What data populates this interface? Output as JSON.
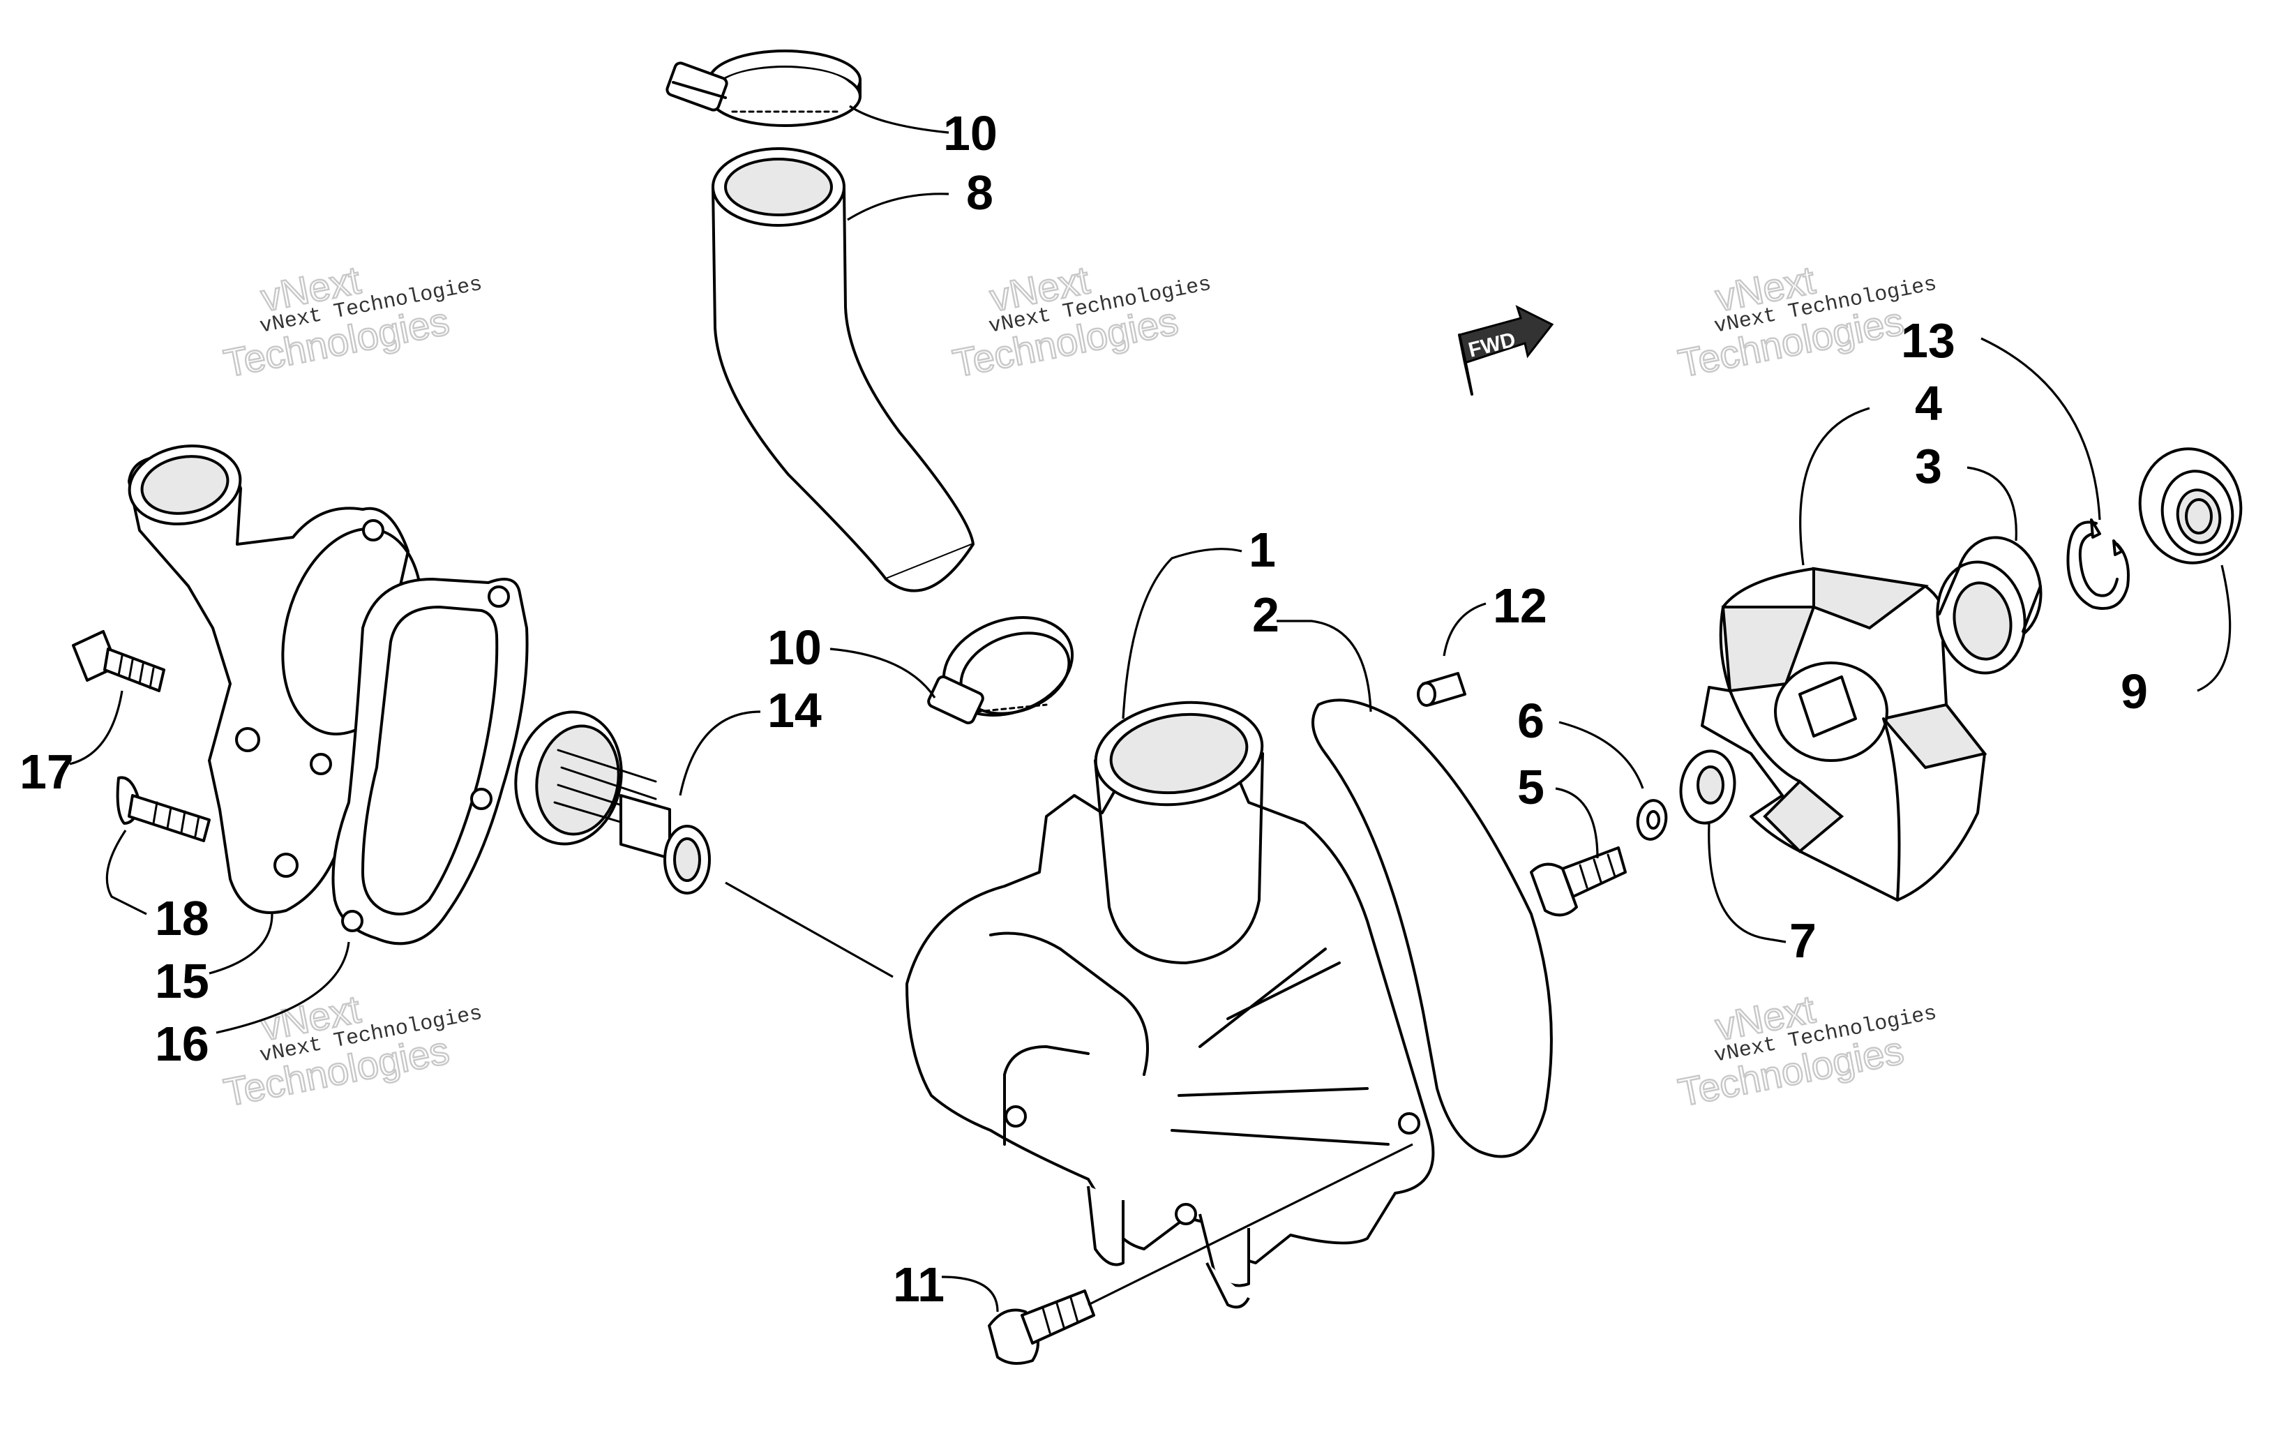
{
  "callouts": {
    "c1": "1",
    "c2": "2",
    "c3": "3",
    "c4": "4",
    "c5": "5",
    "c6": "6",
    "c7": "7",
    "c8": "8",
    "c9": "9",
    "c10a": "10",
    "c10b": "10",
    "c11": "11",
    "c12": "12",
    "c13": "13",
    "c14": "14",
    "c15": "15",
    "c16": "16",
    "c17": "17",
    "c18": "18"
  },
  "fwd_label": "FWD",
  "watermark": {
    "line1": "vNext",
    "line2": "vNext Technologies",
    "line3": "Technologies"
  }
}
